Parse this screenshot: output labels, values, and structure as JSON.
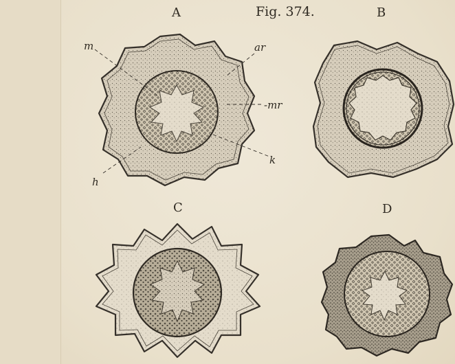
{
  "figure": {
    "title": "Fig. 374.",
    "panels": [
      "A",
      "B",
      "C",
      "D"
    ],
    "annotations": {
      "m": "m",
      "ar": "ar",
      "mr": "-mr",
      "k": "k",
      "h": "h"
    }
  }
}
